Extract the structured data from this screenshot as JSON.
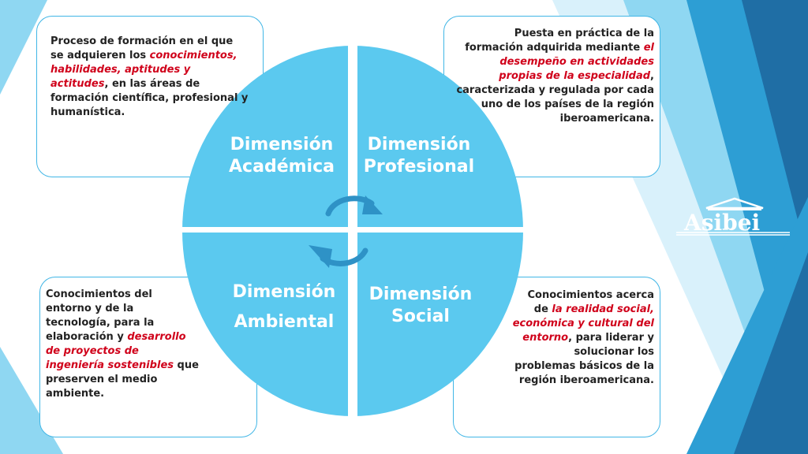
{
  "colors": {
    "accent": "#5bc9ef",
    "border": "#41b6e6",
    "highlight": "#d0021b",
    "deco_dark": "#1f6ea5",
    "deco_mid": "#2d9ed4",
    "deco_light": "#8fd7f2"
  },
  "quadrants": {
    "academica": {
      "label_line1": "Dimensión",
      "label_line2": "Académica",
      "text": [
        {
          "t": "Proceso de formación en el que se adquieren los "
        },
        {
          "t": "conocimientos, habilidades, aptitudes y actitudes",
          "hl": true
        },
        {
          "t": ", en las áreas de formación científica, profesional y humanística."
        }
      ]
    },
    "profesional": {
      "label_line1": "Dimensión",
      "label_line2": "Profesional",
      "text": [
        {
          "t": "Puesta en práctica de la formación adquirida mediante "
        },
        {
          "t": "el desempeño en actividades propias de la especialidad",
          "hl": true
        },
        {
          "t": ", caracterizada y regulada por cada uno de los países de la región iberoamericana."
        }
      ]
    },
    "ambiental": {
      "label_line1": "Dimensión",
      "label_line2": "Ambiental",
      "text": [
        {
          "t": "Conocimientos del entorno y de la tecnología, para la elaboración y "
        },
        {
          "t": "desarrollo de proyectos de ingeniería sostenibles",
          "hl": true
        },
        {
          "t": " que preserven el medio ambiente."
        }
      ]
    },
    "social": {
      "label_line1": "Dimensión",
      "label_line2": "Social",
      "text": [
        {
          "t": "Conocimientos acerca de "
        },
        {
          "t": "la realidad social, económica y cultural del entorno",
          "hl": true
        },
        {
          "t": ", para liderar y solucionar los problemas básicos de la región iberoamericana."
        }
      ]
    }
  },
  "logo": {
    "text": "Asibei",
    "icon": "asibei-logo"
  },
  "cycle_icon": "cycle-arrows-icon"
}
